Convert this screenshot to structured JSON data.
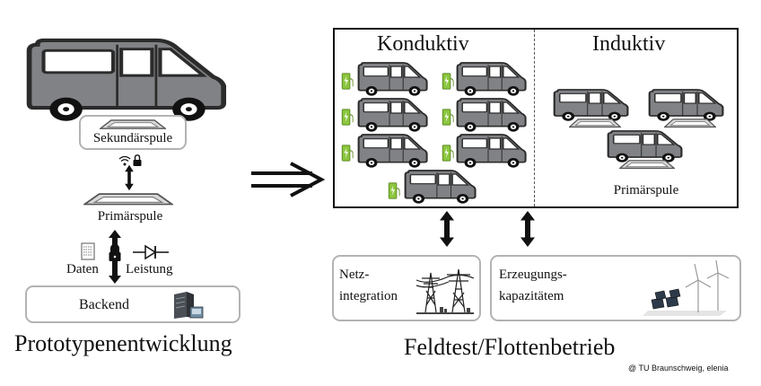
{
  "left": {
    "sekundaerspule_label": "Sekundärspule",
    "primaerspule_label": "Primärspule",
    "daten_label": "Daten",
    "leistung_label": "Leistung",
    "backend_label": "Backend",
    "title": "Prototypenentwicklung"
  },
  "right": {
    "konduktiv_label": "Konduktiv",
    "induktiv_label": "Induktiv",
    "primaerspule_label": "Primärspule",
    "netz_line1": "Netz-",
    "netz_line2": "integration",
    "erzeugung_line1": "Erzeugungs-",
    "erzeugung_line2": "kapazitätem",
    "title": "Feldtest/Flottenbetrieb"
  },
  "copyright": "@ TU Braunschweig, elenia",
  "colors": {
    "van_body": "#808285",
    "van_outline": "#2b2b2b",
    "charger_green": "#8cc63f",
    "box_border": "#b3b3b3"
  }
}
